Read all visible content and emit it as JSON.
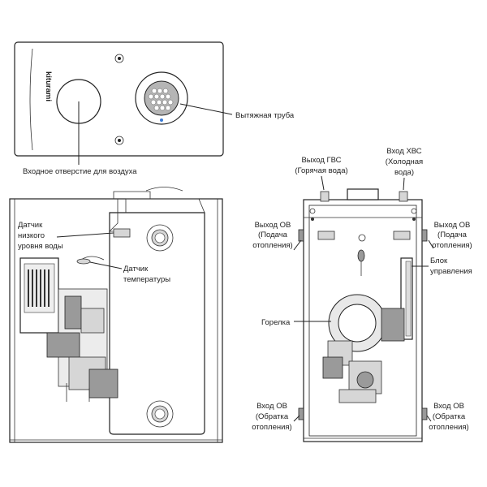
{
  "colors": {
    "line": "#222222",
    "accent_dot": "#3a7bd5",
    "part_fill": "#d6d6d6",
    "part_dark": "#9a9a9a"
  },
  "top_view": {
    "brand": "kiturami",
    "labels": {
      "exhaust_pipe": "Вытяжная труба",
      "air_inlet": "Входное отверстие для воздуха"
    }
  },
  "side_view": {
    "labels": {
      "low_water_sensor_1": "Датчик",
      "low_water_sensor_2": "низкого",
      "low_water_sensor_3": "уровня воды",
      "temp_sensor_1": "Датчик",
      "temp_sensor_2": "температуры"
    }
  },
  "front_view": {
    "labels": {
      "dhw_out_1": "Выход ГВС",
      "dhw_out_2": "(Горячая вода)",
      "cold_in_1": "Вход ХВС",
      "cold_in_2": "(Холодная",
      "cold_in_3": "вода)",
      "heat_out_left_1": "Выход ОВ",
      "heat_out_left_2": "(Подача",
      "heat_out_left_3": "отопления)",
      "heat_out_right_1": "Выход ОВ",
      "heat_out_right_2": "(Подача",
      "heat_out_right_3": "отопления)",
      "control_unit_1": "Блок",
      "control_unit_2": "управления",
      "burner": "Горелка",
      "heat_in_left_1": "Вход ОВ",
      "heat_in_left_2": "(Обратка",
      "heat_in_left_3": "отопления)",
      "heat_in_right_1": "Вход ОВ",
      "heat_in_right_2": "(Обратка",
      "heat_in_right_3": "отопления)"
    }
  }
}
